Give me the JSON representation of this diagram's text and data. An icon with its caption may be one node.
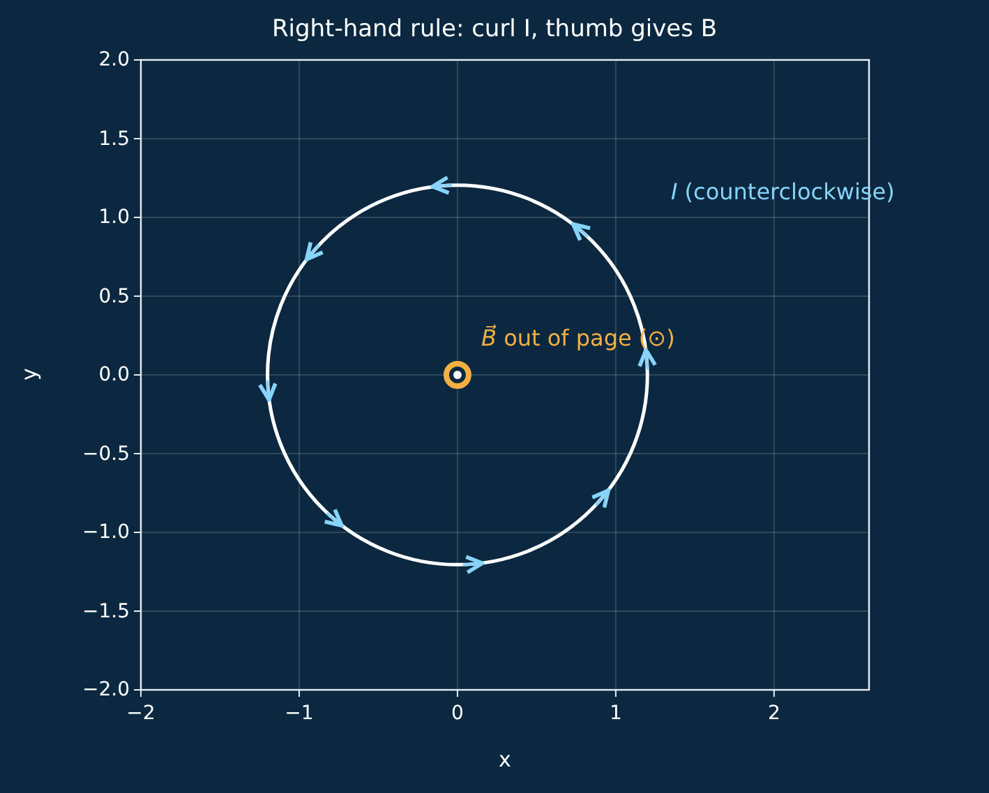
{
  "diagram": {
    "title": "Right-hand rule: curl I, thumb gives B",
    "labels": [
      "*I* (counterclockwise)",
      "*B⃗* out of page (⊙)",
      "2.0",
      "1.5",
      "1.0",
      "0.5",
      "0.0",
      "−0.5",
      "−1.0",
      "−1.5",
      "−2.0",
      "−2",
      "−1",
      "0",
      "1",
      "2",
      "x",
      "y"
    ]
  }
}
